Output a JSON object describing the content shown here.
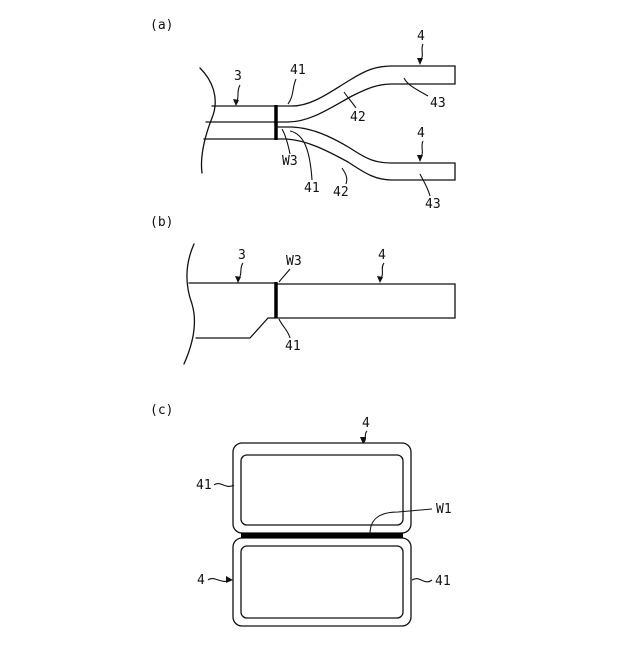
{
  "panels": {
    "a": {
      "caption": "(a)",
      "labels": {
        "body": "3",
        "terminal_top": "4",
        "terminal_bottom": "4",
        "base_top": "41",
        "base_bottom": "41",
        "bend_top": "42",
        "bend_bottom": "42",
        "tip_top": "43",
        "tip_bottom": "43",
        "weld": "W3"
      }
    },
    "b": {
      "caption": "(b)",
      "labels": {
        "body": "3",
        "weld": "W3",
        "terminal": "4",
        "base": "41"
      }
    },
    "c": {
      "caption": "(c)",
      "labels": {
        "terminal_top": "4",
        "base_left": "41",
        "weld": "W1",
        "terminal_left": "4",
        "base_right": "41"
      }
    }
  }
}
